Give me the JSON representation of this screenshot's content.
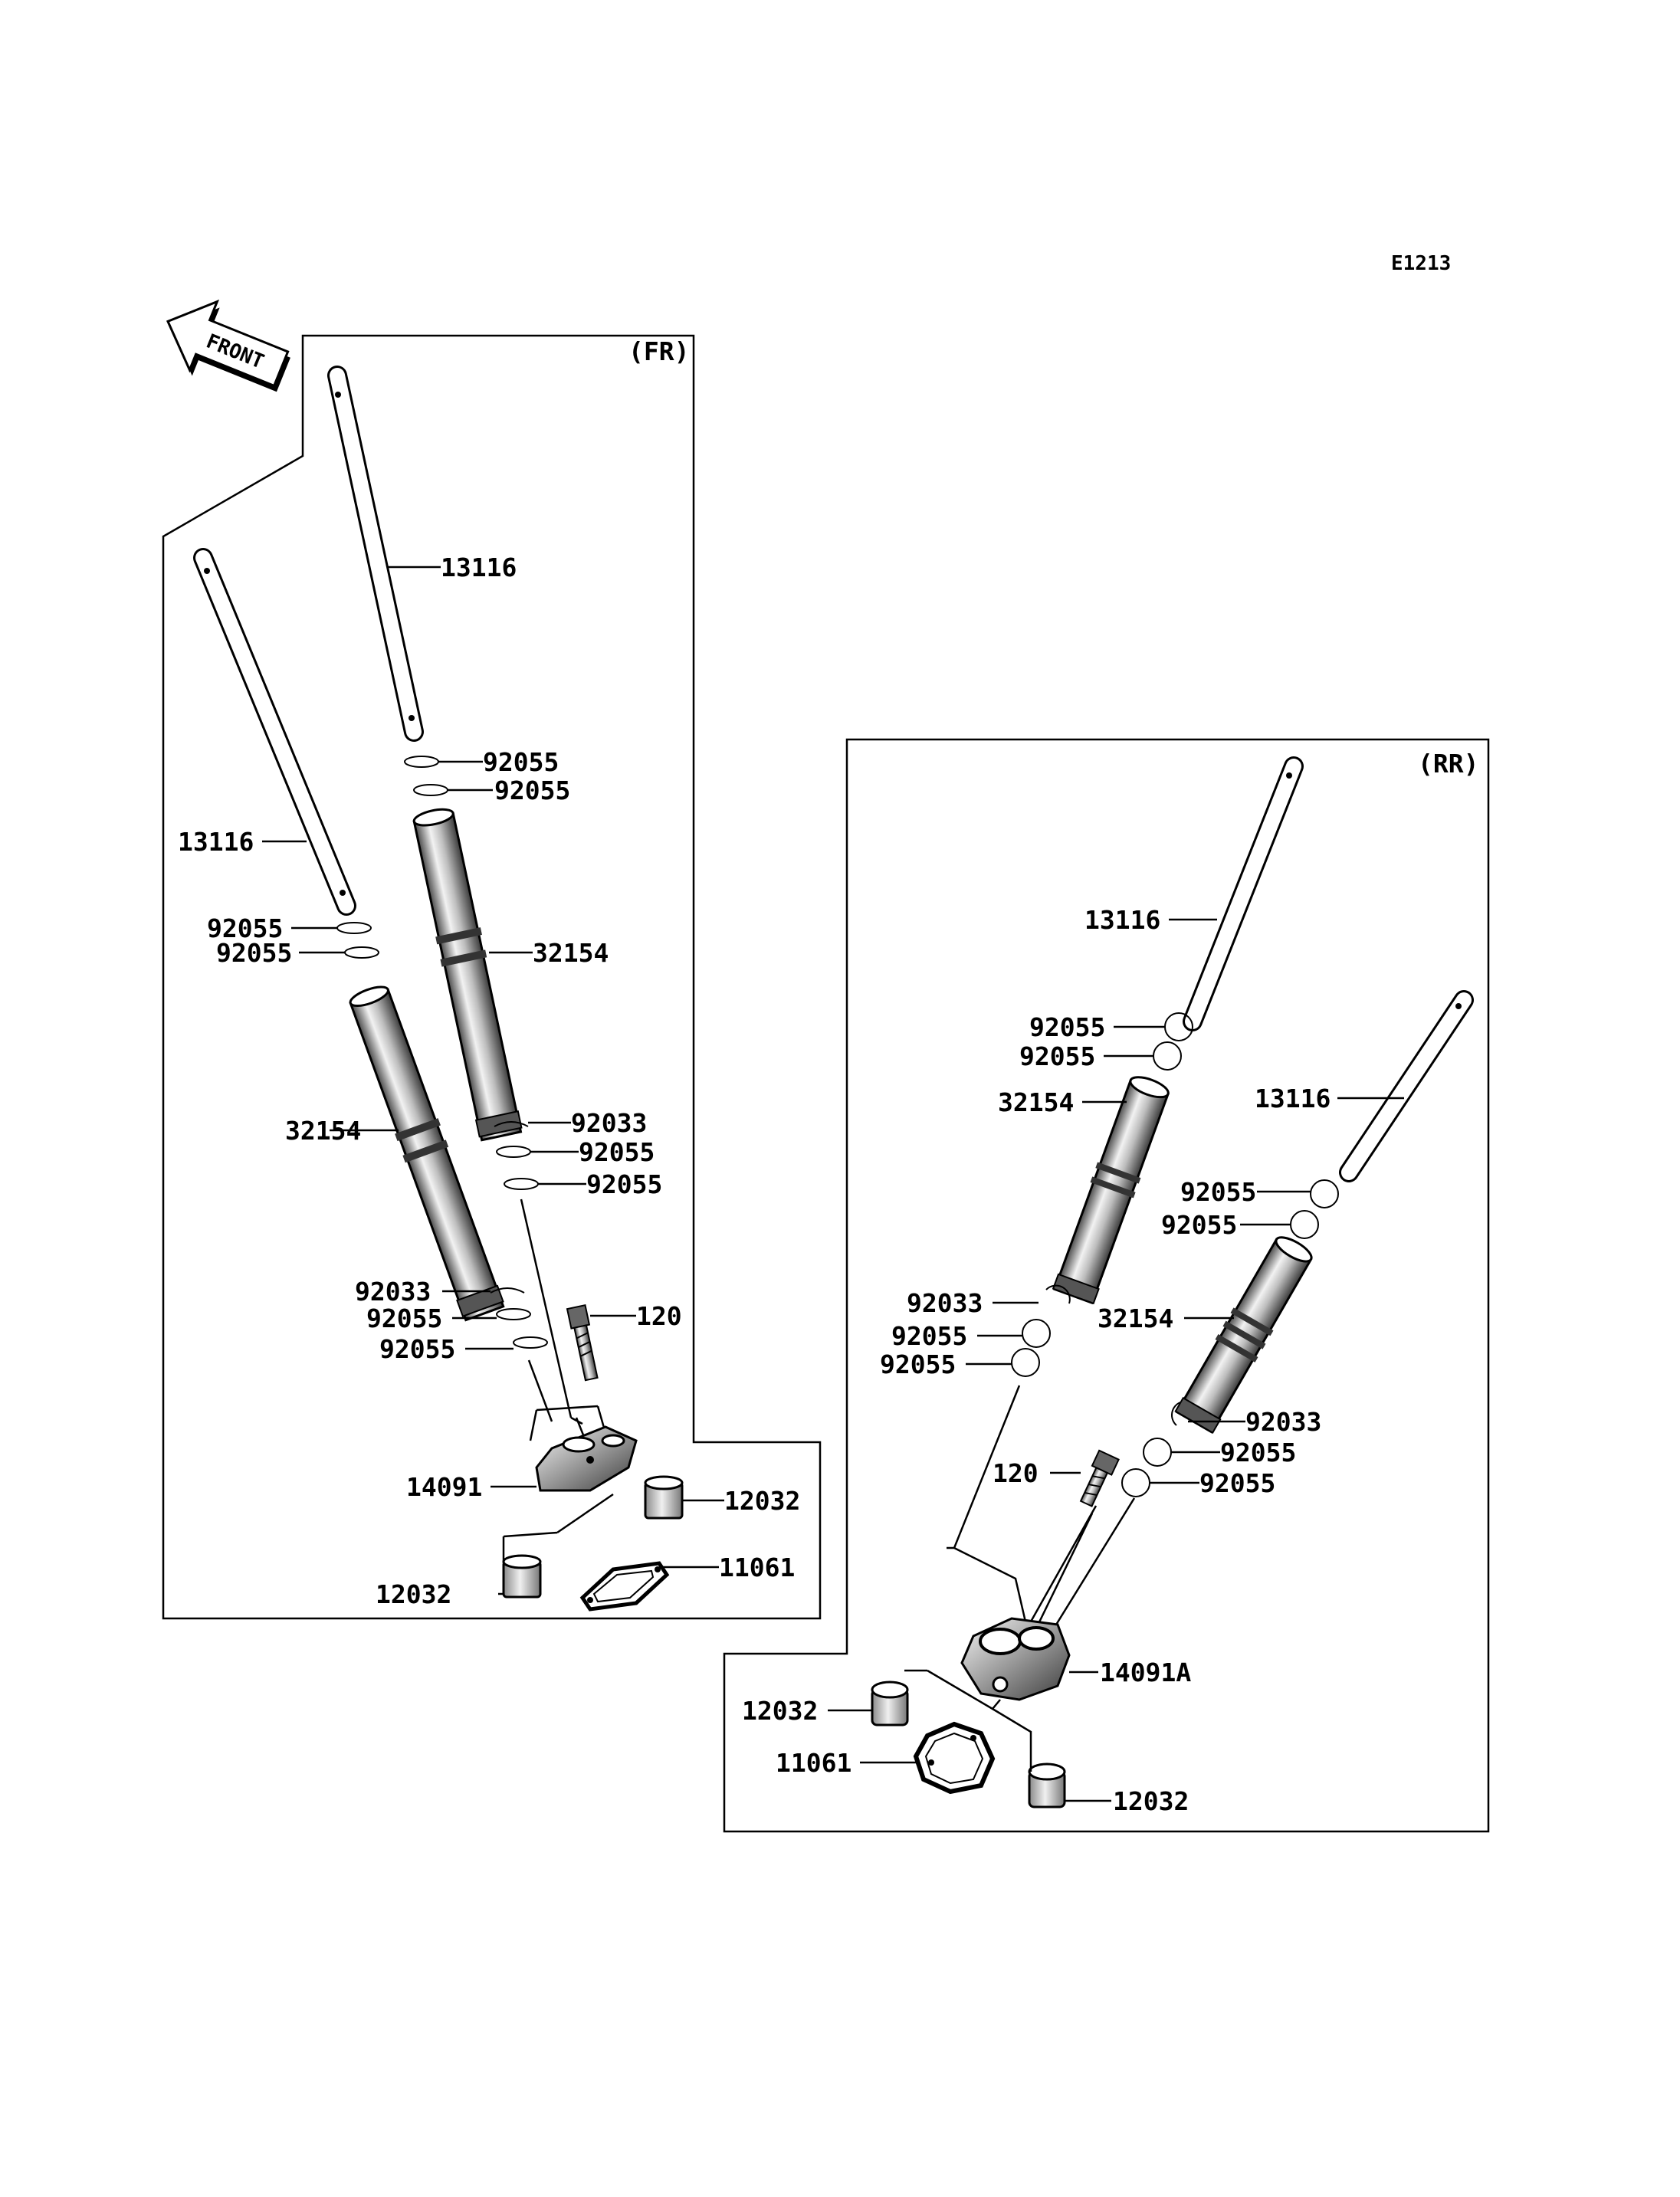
{
  "diagram_code": "E1213",
  "front_label": "FRONT",
  "section_labels": {
    "front": "(FR)",
    "rear": "(RR)"
  },
  "part_labels": {
    "fr_13116_a": "13116",
    "fr_13116_b": "13116",
    "fr_92055_a": "92055",
    "fr_92055_b": "92055",
    "fr_92055_c": "92055",
    "fr_92055_d": "92055",
    "fr_32154_a": "32154",
    "fr_32154_b": "32154",
    "fr_92033_a": "92033",
    "fr_92055_e": "92055",
    "fr_92055_f": "92055",
    "fr_92033_b": "92033",
    "fr_92055_g": "92055",
    "fr_120": "120",
    "fr_92055_h": "92055",
    "fr_14091": "14091",
    "fr_12032_a": "12032",
    "fr_11061": "11061",
    "fr_12032_b": "12032",
    "rr_13116_a": "13116",
    "rr_92055_a": "92055",
    "rr_92055_b": "92055",
    "rr_32154_a": "32154",
    "rr_13116_b": "13116",
    "rr_92055_c": "92055",
    "rr_92055_d": "92055",
    "rr_92033_a": "92033",
    "rr_32154_b": "32154",
    "rr_92055_e": "92055",
    "rr_92055_f": "92055",
    "rr_92033_b": "92033",
    "rr_120": "120",
    "rr_92055_g": "92055",
    "rr_92055_h": "92055",
    "rr_14091a": "14091A",
    "rr_12032_a": "12032",
    "rr_11061": "11061",
    "rr_12032_b": "12032"
  }
}
